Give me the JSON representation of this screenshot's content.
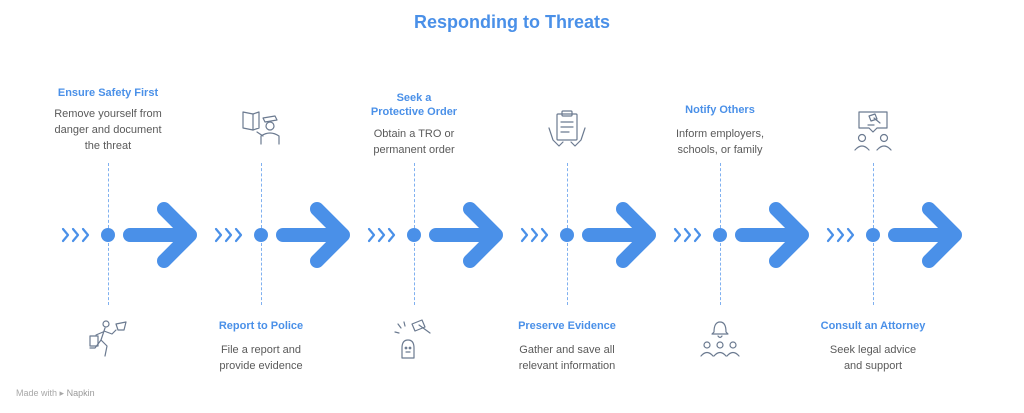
{
  "title": "Responding to Threats",
  "accent_color": "#4a90e8",
  "text_color": "#5a5a5a",
  "steps": [
    {
      "heading": "Ensure Safety First",
      "description": "Remove yourself from danger and document the threat",
      "icon": "person-running-from-danger-icon"
    },
    {
      "heading": "Report to Police",
      "description": "File a report and provide evidence",
      "icon": "police-officer-icon"
    },
    {
      "heading": "Seek a Protective Order",
      "description": "Obtain a TRO or permanent order",
      "icon": "gavel-icon"
    },
    {
      "heading": "Preserve Evidence",
      "description": "Gather and save all relevant information",
      "icon": "clipboard-in-hands-icon"
    },
    {
      "heading": "Notify Others",
      "description": "Inform employers, schools, or family",
      "icon": "bell-people-icon"
    },
    {
      "heading": "Consult an Attorney",
      "description": "Seek legal advice and support",
      "icon": "attorney-consultation-icon"
    }
  ],
  "footer": {
    "made_with": "Made with",
    "brand": "Napkin"
  }
}
